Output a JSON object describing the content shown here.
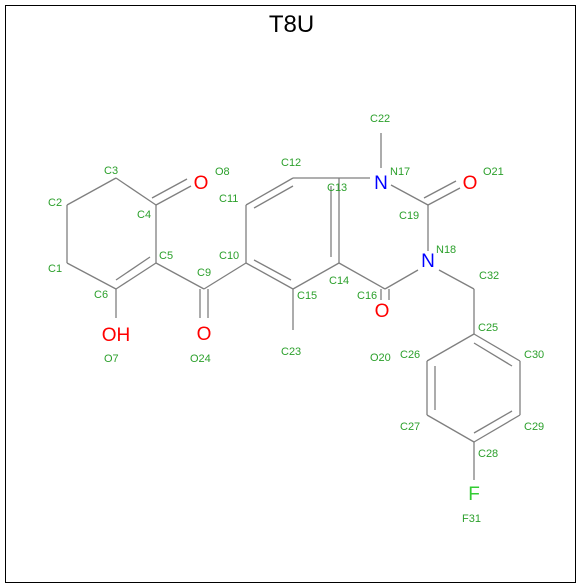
{
  "title": "T8U",
  "colors": {
    "bond": "#7f7f7f",
    "oxygen": "#ff0000",
    "nitrogen": "#0000ff",
    "fluorine": "#33cc33",
    "label": "#2ca02c"
  },
  "atoms": {
    "O8": "O",
    "O7": "OH",
    "O24": "O",
    "N17": "N",
    "N18": "N",
    "O21": "O",
    "O20": "O",
    "F31": "F"
  },
  "labels": {
    "C1": "C1",
    "C2": "C2",
    "C3": "C3",
    "C4": "C4",
    "C5": "C5",
    "C6": "C6",
    "O7": "O7",
    "O8": "O8",
    "C9": "C9",
    "C10": "C10",
    "C11": "C11",
    "C12": "C12",
    "C13": "C13",
    "C14": "C14",
    "C15": "C15",
    "C16": "C16",
    "N17": "N17",
    "N18": "N18",
    "C19": "C19",
    "O20": "O20",
    "O21": "O21",
    "C22": "C22",
    "C23": "C23",
    "O24": "O24",
    "C25": "C25",
    "C26": "C26",
    "C27": "C27",
    "C28": "C28",
    "C29": "C29",
    "C30": "C30",
    "F31": "F31",
    "C32": "C32"
  }
}
